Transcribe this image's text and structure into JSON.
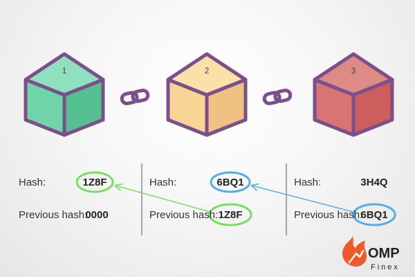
{
  "blocks": [
    {
      "number": "1",
      "hash_label": "Hash:",
      "hash": "1Z8F",
      "prev_label": "Previous hash:",
      "prev_hash": "0000",
      "colors": {
        "top": "#8ee0be",
        "left": "#6fd4aa",
        "right": "#55c090"
      }
    },
    {
      "number": "2",
      "hash_label": "Hash:",
      "hash": "6BQ1",
      "prev_label": "Previous hash:",
      "prev_hash": "1Z8F",
      "colors": {
        "top": "#fbe0a8",
        "left": "#f8d495",
        "right": "#efc283"
      }
    },
    {
      "number": "3",
      "hash_label": "Hash:",
      "hash": "3H4Q",
      "prev_label": "Previous hash:",
      "prev_hash": "6BQ1",
      "colors": {
        "top": "#de8a85",
        "left": "#d87572",
        "right": "#cc5e5e"
      }
    }
  ],
  "colors": {
    "cube_outline": "#7b4f8c",
    "link_icon": "#7b4f8c",
    "arrow_1_to_2": "#78e05c",
    "arrow_2_to_3": "#52aee8",
    "divider": "#555555",
    "logo_accent": "#f05a28"
  },
  "icons": {
    "chain": "chain-link-icon",
    "logo": "flame-logo-icon"
  },
  "logo": {
    "title": "OMP",
    "subtitle": "Finex"
  }
}
